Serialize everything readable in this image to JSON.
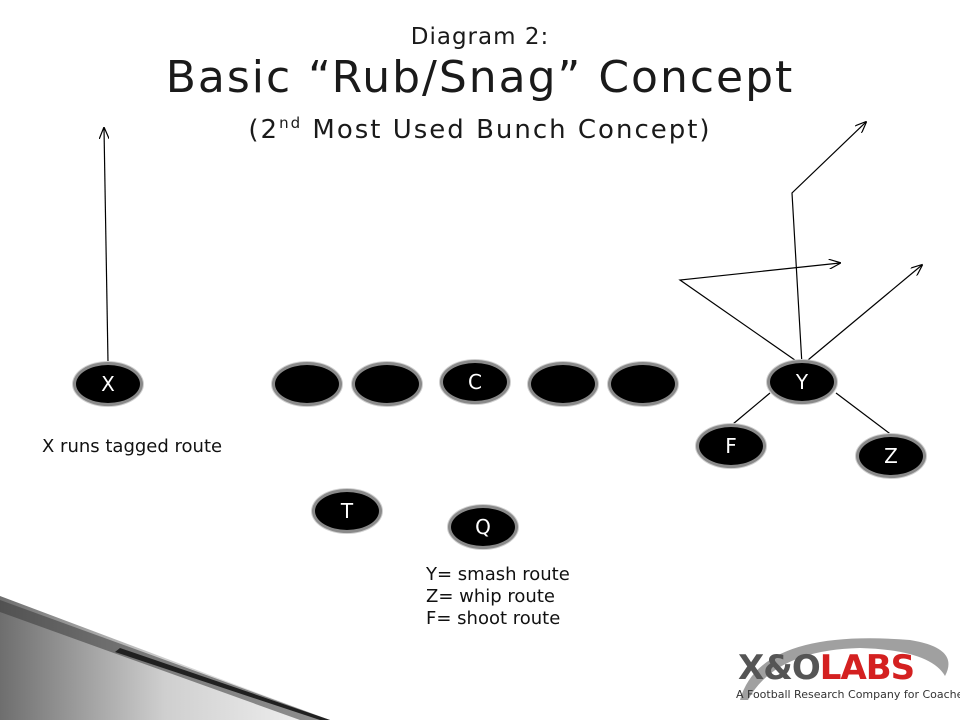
{
  "title": {
    "line1": "Diagram 2:",
    "line2": "Basic “Rub/Snag” Concept",
    "line3_prefix": "(2",
    "line3_sup": "nd",
    "line3_suffix": " Most Used Bunch Concept)"
  },
  "players": {
    "x": "X",
    "c": "C",
    "y": "Y",
    "f": "F",
    "z": "Z",
    "t": "T",
    "q": "Q"
  },
  "notes": {
    "x_note": "X runs tagged route",
    "y_route": "Y= smash route",
    "z_route": "Z= whip route",
    "f_route": "F= shoot route"
  },
  "logo": {
    "brand_xo": "X&O",
    "brand_labs": "LABS",
    "tagline": "A Football Research Company for Coaches",
    "colors": {
      "xo": "#555555",
      "labs": "#d42020",
      "swoosh": "#9a9a9a"
    }
  }
}
